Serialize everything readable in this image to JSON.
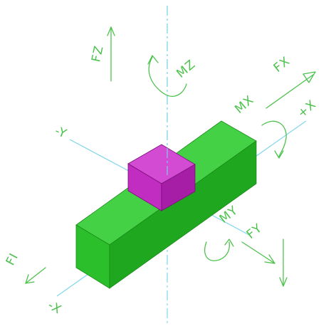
{
  "diagram": {
    "labels": {
      "fz": "FZ",
      "mz": "MZ",
      "fx": "FX",
      "mx": "MX",
      "plus_x": "+X",
      "minus_y": "-Y",
      "my": "MY",
      "fy": "FY",
      "fi": "FI",
      "minus_x": "-X"
    },
    "colors": {
      "beam_top": "#45d145",
      "beam_front": "#2bbf2b",
      "beam_side": "#1fa81f",
      "block_top": "#d24bd2",
      "block_front": "#c12cc1",
      "block_side": "#a61ea6",
      "axis": "#7fd6ec",
      "annotation": "#4ec24e"
    }
  }
}
